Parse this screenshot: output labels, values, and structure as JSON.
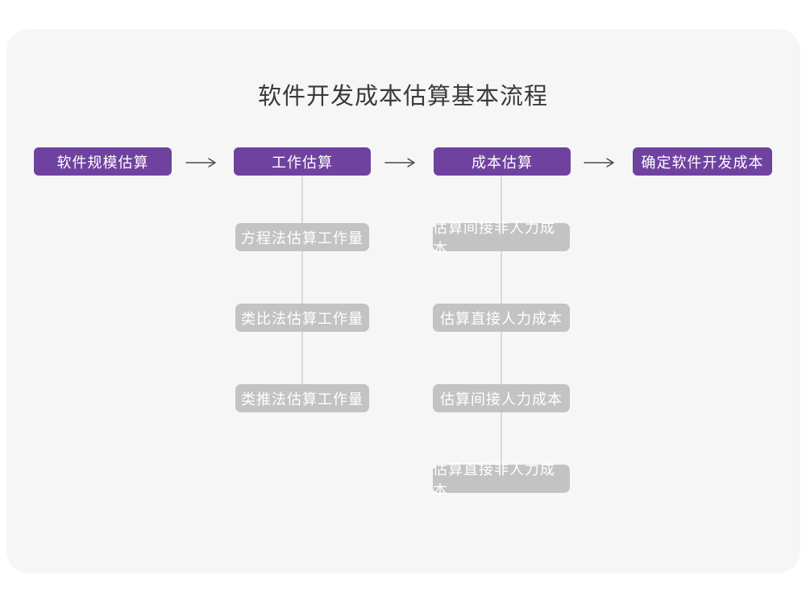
{
  "page": {
    "title": "软件开发成本估算基本流程"
  },
  "colors": {
    "card_bg": "#F6F6F7",
    "accent_purple": "#6F42A0",
    "box_gray": "#C3C3C3",
    "box_text": "#FFFFFF",
    "title_text": "#3A3A3A",
    "arrow_color": "#4A4A4A",
    "connector": "#D8D8D8"
  },
  "flow": {
    "main_steps": [
      {
        "label": "软件规模估算"
      },
      {
        "label": "工作估算"
      },
      {
        "label": "成本估算"
      },
      {
        "label": "确定软件开发成本"
      }
    ],
    "work_estimation_substeps": [
      {
        "label": "方程法估算工作量"
      },
      {
        "label": "类比法估算工作量"
      },
      {
        "label": "类推法估算工作量"
      }
    ],
    "cost_estimation_substeps": [
      {
        "label": "估算间接非人力成本"
      },
      {
        "label": "估算直接人力成本"
      },
      {
        "label": "估算间接人力成本"
      },
      {
        "label": "估算直接非人力成本"
      }
    ]
  }
}
